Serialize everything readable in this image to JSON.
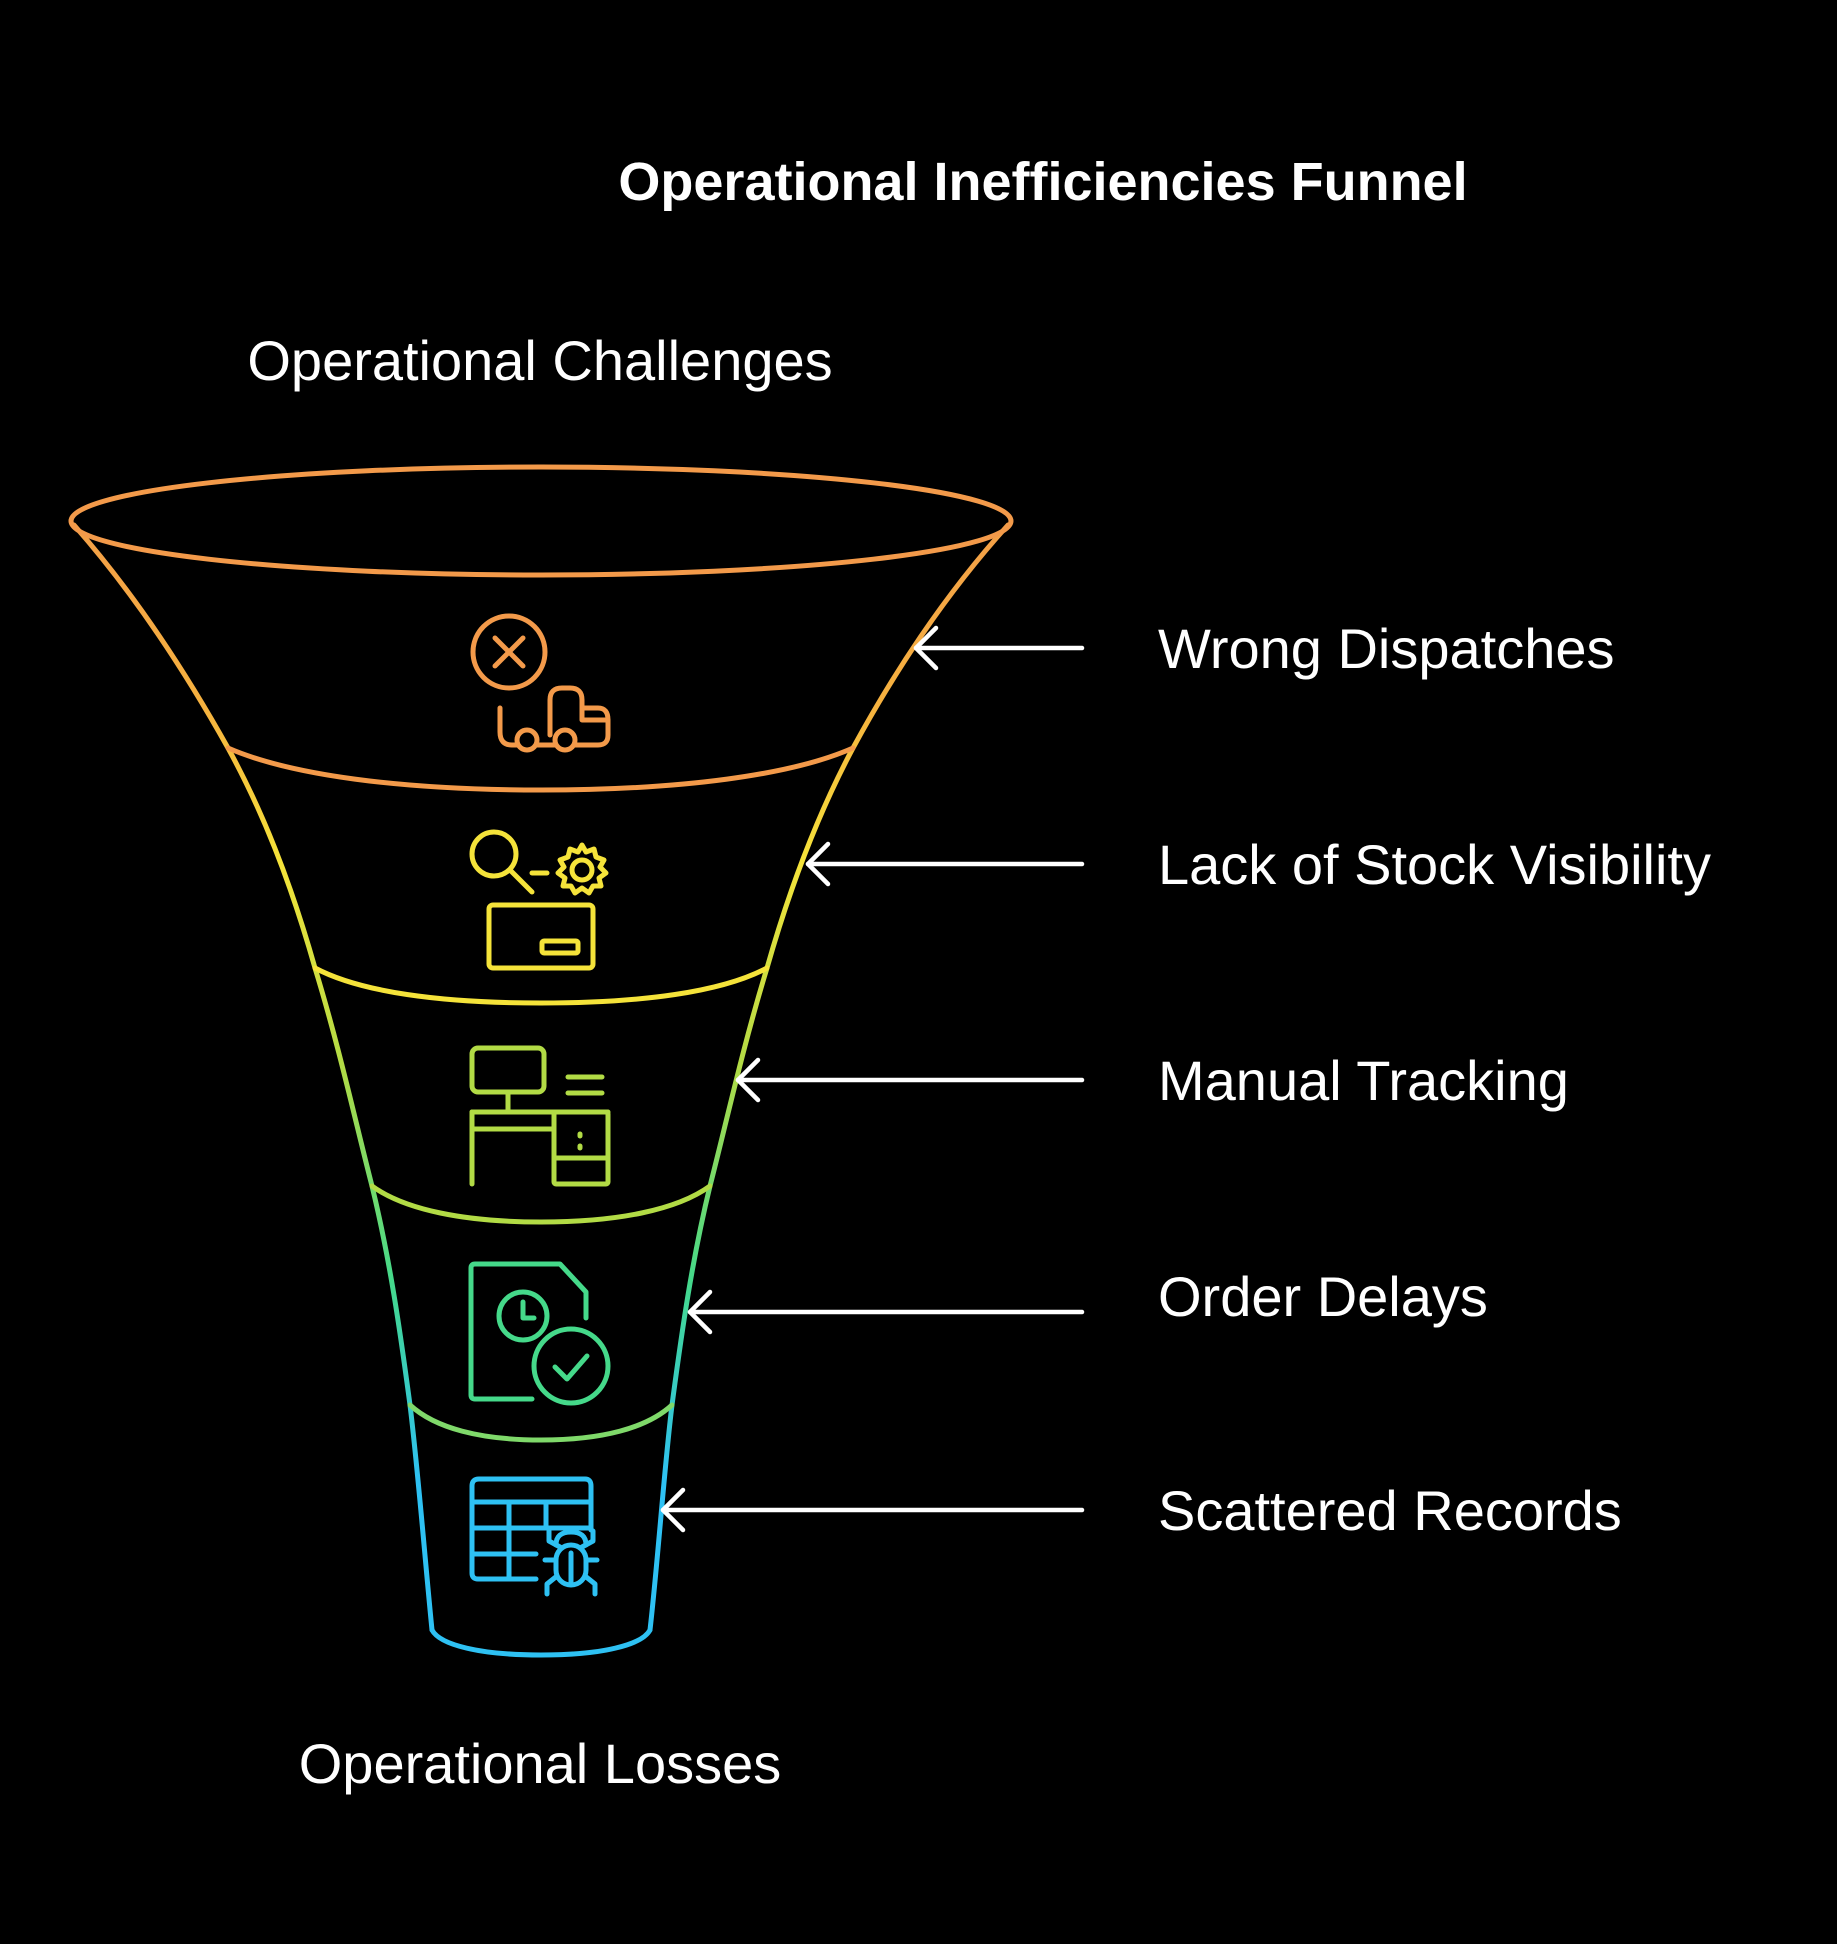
{
  "diagram": {
    "title": "Operational Inefficiencies Funnel",
    "top_label": "Operational Challenges",
    "bottom_label": "Operational Losses",
    "stages": [
      {
        "label": "Wrong Dispatches",
        "icon": "delivery-truck-cancel-icon",
        "color": "#F39A4A"
      },
      {
        "label": "Lack of Stock Visibility",
        "icon": "inventory-search-settings-icon",
        "color": "#F5E33A"
      },
      {
        "label": "Manual Tracking",
        "icon": "office-desk-computer-icon",
        "color": "#B2DB45"
      },
      {
        "label": "Order Delays",
        "icon": "document-clock-check-icon",
        "color": "#45D98A"
      },
      {
        "label": "Scattered Records",
        "icon": "table-bug-icon",
        "color": "#2EC1F3"
      }
    ]
  }
}
